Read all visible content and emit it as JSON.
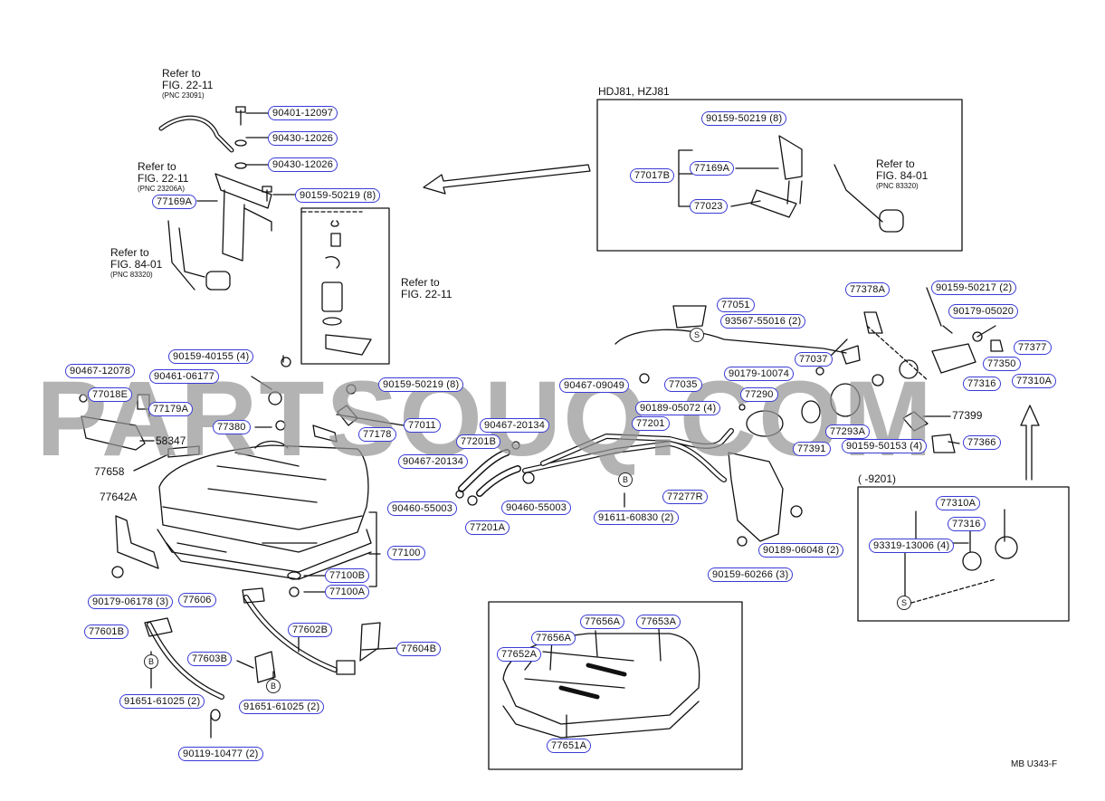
{
  "watermark": "PARTSOUQ.COM",
  "document_id": "MB U343-F",
  "inset_top_title": "HDJ81, HZJ81",
  "inset_bottom_title": "(      -9201)",
  "refs": {
    "r1": {
      "line1": "Refer to",
      "line2": "FIG. 22-11",
      "pnc": "(PNC 23091)"
    },
    "r2": {
      "line1": "Refer to",
      "line2": "FIG. 22-11",
      "pnc": "(PNC 23206A)"
    },
    "r3": {
      "line1": "Refer to",
      "line2": "FIG. 84-01",
      "pnc": "(PNC 83320)"
    },
    "r4": {
      "line1": "Refer to",
      "line2": "FIG. 22-11",
      "pnc": ""
    },
    "r5": {
      "line1": "Refer to",
      "line2": "FIG. 84-01",
      "pnc": "(PNC 83320)"
    }
  },
  "part_labels": [
    "90401-12097",
    "90430-12026",
    "90430-12026",
    "90159-50219 (8)",
    "77169A",
    "90159-50219 (8)",
    "77017B",
    "77169A",
    "77023",
    "90159-40155 (4)",
    "90467-12078",
    "90461-06177",
    "77018E",
    "77179A",
    "90159-50219 (8)",
    "77380",
    "77011",
    "77178",
    "77051",
    "93567-55016 (2)",
    "77378A",
    "90159-50217 (2)",
    "90179-05020",
    "77377",
    "77037",
    "77350",
    "77035",
    "90179-10074",
    "90467-09049",
    "77290",
    "77316",
    "77310A",
    "90189-05072 (4)",
    "77201",
    "90467-20134",
    "77201B",
    "90467-20134",
    "90460-55003",
    "90460-55003",
    "77201A",
    "77391",
    "77293A",
    "90159-50153 (4)",
    "77366",
    "77277R",
    "91611-60830 (2)",
    "77100",
    "77100B",
    "77100A",
    "90179-06178 (3)",
    "77606",
    "90189-06048 (2)",
    "90159-60266 (3)",
    "77310A",
    "77316",
    "93319-13006 (4)",
    "77601B",
    "77603B",
    "77602B",
    "77604B",
    "91651-61025 (2)",
    "91651-61025 (2)",
    "90119-10477 (2)",
    "77656A",
    "77653A",
    "77656A",
    "77652A",
    "77651A"
  ],
  "plain_labels": [
    "58347",
    "77658",
    "77642A",
    "77399"
  ],
  "marks": [
    "B",
    "B",
    "B",
    "S",
    "S"
  ]
}
